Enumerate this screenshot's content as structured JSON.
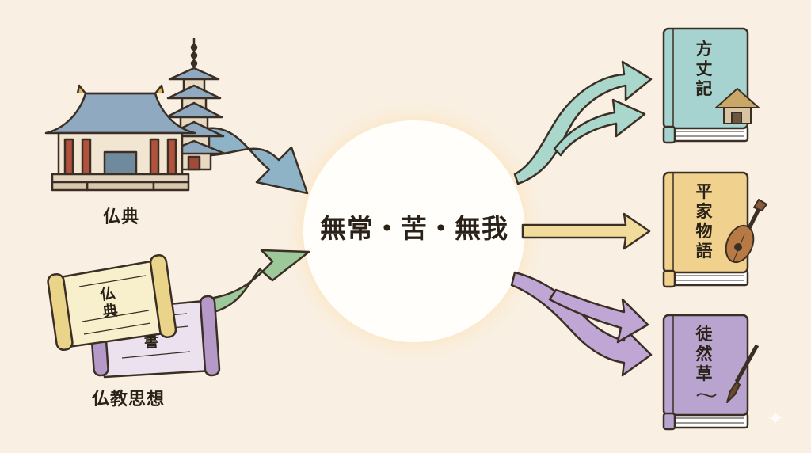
{
  "sources": [
    {
      "label": "仏典",
      "icon": "temple-pagoda-icon"
    },
    {
      "label": "仏教思想",
      "icon": "scrolls-icon"
    }
  ],
  "scroll_texts": {
    "front": "仏典",
    "back": "書"
  },
  "center": {
    "label": "無常・苦・無我"
  },
  "books": [
    {
      "title": "方丈記",
      "icon": "hut-icon",
      "color": "#a6d3cf"
    },
    {
      "title": "平家物語",
      "icon": "biwa-lute-icon",
      "color": "#f0d18d"
    },
    {
      "title": "徒然草",
      "icon": "brush-icon",
      "color": "#b9a4cf"
    }
  ],
  "colors": {
    "background": "#f9f0e3",
    "arrow_blue": "#8fb3c6",
    "arrow_green": "#9dc99a",
    "arrow_teal": "#a9d7cc",
    "arrow_yellow": "#f1dc9b",
    "arrow_purple": "#bfa6d4",
    "outline": "#3b2f25"
  }
}
